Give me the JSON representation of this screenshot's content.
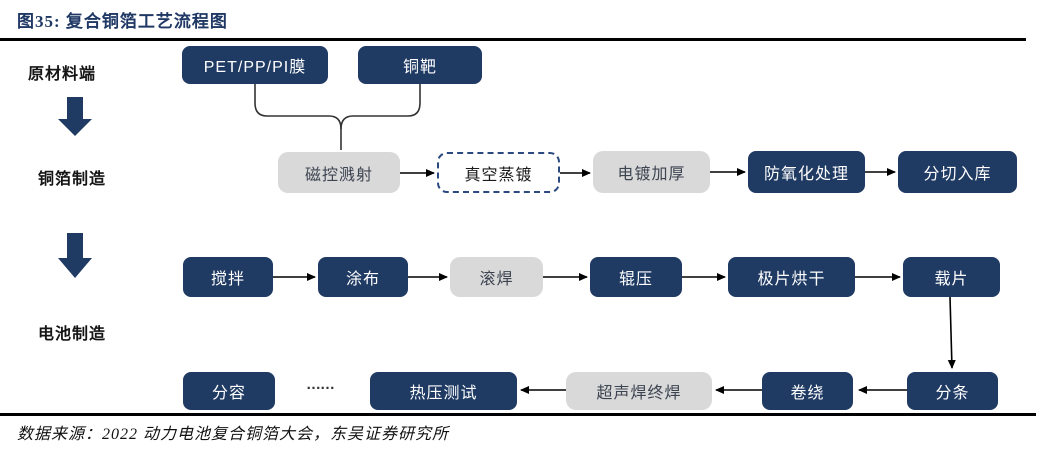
{
  "figure": {
    "title": "图35:  复合铜箔工艺流程图",
    "source": "数据来源：2022 动力电池复合铜箔大会，东吴证券研究所"
  },
  "stages": {
    "raw": "原材料端",
    "foil": "铜箔制造",
    "battery": "电池制造"
  },
  "nodes": {
    "raw": [
      {
        "label": "PET/PP/PI膜",
        "style": "navy"
      },
      {
        "label": "铜靶",
        "style": "navy"
      }
    ],
    "foil": [
      {
        "label": "磁控溅射",
        "style": "gray"
      },
      {
        "label": "真空蒸镀",
        "style": "dashed"
      },
      {
        "label": "电镀加厚",
        "style": "gray"
      },
      {
        "label": "防氧化处理",
        "style": "navy"
      },
      {
        "label": "分切入库",
        "style": "navy"
      }
    ],
    "battery_top": [
      {
        "label": "搅拌",
        "style": "navy"
      },
      {
        "label": "涂布",
        "style": "navy"
      },
      {
        "label": "滚焊",
        "style": "gray"
      },
      {
        "label": "辊压",
        "style": "navy"
      },
      {
        "label": "极片烘干",
        "style": "navy"
      },
      {
        "label": "载片",
        "style": "navy"
      }
    ],
    "battery_bottom": [
      {
        "label": "分容",
        "style": "navy"
      },
      {
        "label": "热压测试",
        "style": "navy"
      },
      {
        "label": "超声焊终焊",
        "style": "gray"
      },
      {
        "label": "卷绕",
        "style": "navy"
      },
      {
        "label": "分条",
        "style": "navy"
      }
    ]
  },
  "ellipsis": "……",
  "colors": {
    "navy_box": "#1f3a63",
    "gray_box": "#d9d9d9",
    "title_navy": "#1f3864",
    "line_black": "#000000"
  }
}
